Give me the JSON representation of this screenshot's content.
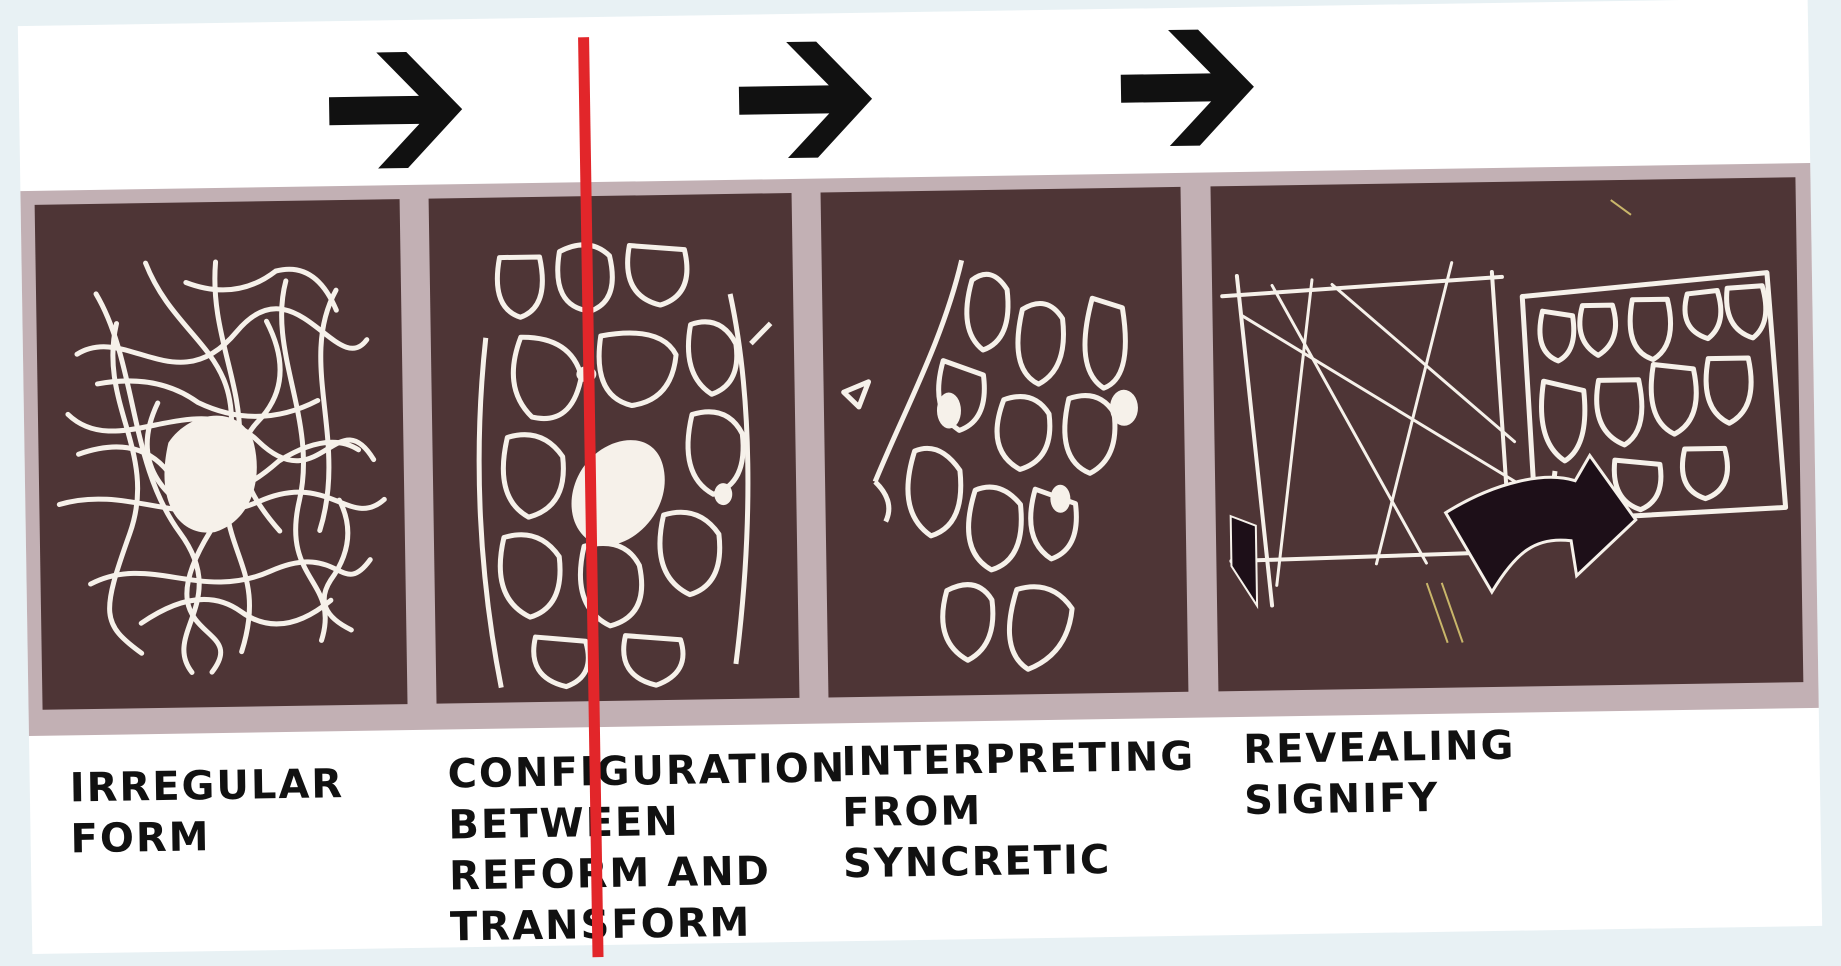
{
  "stages": [
    {
      "label": "IRREGULAR\nFORM"
    },
    {
      "label": "CONFIGURATION\nBETWEEN\nREFORM AND\nTRANSFORM"
    },
    {
      "label": "INTERPRETING\nFROM\nSYNCRETIC"
    },
    {
      "label": "REVEALING\nSIGNIFY"
    }
  ],
  "colors": {
    "panel": "#4e3536",
    "strip": "#c2b0b4",
    "sketch_line": "#f6f1ea",
    "accent_line": "#e2262a",
    "arrow": "#111111"
  }
}
